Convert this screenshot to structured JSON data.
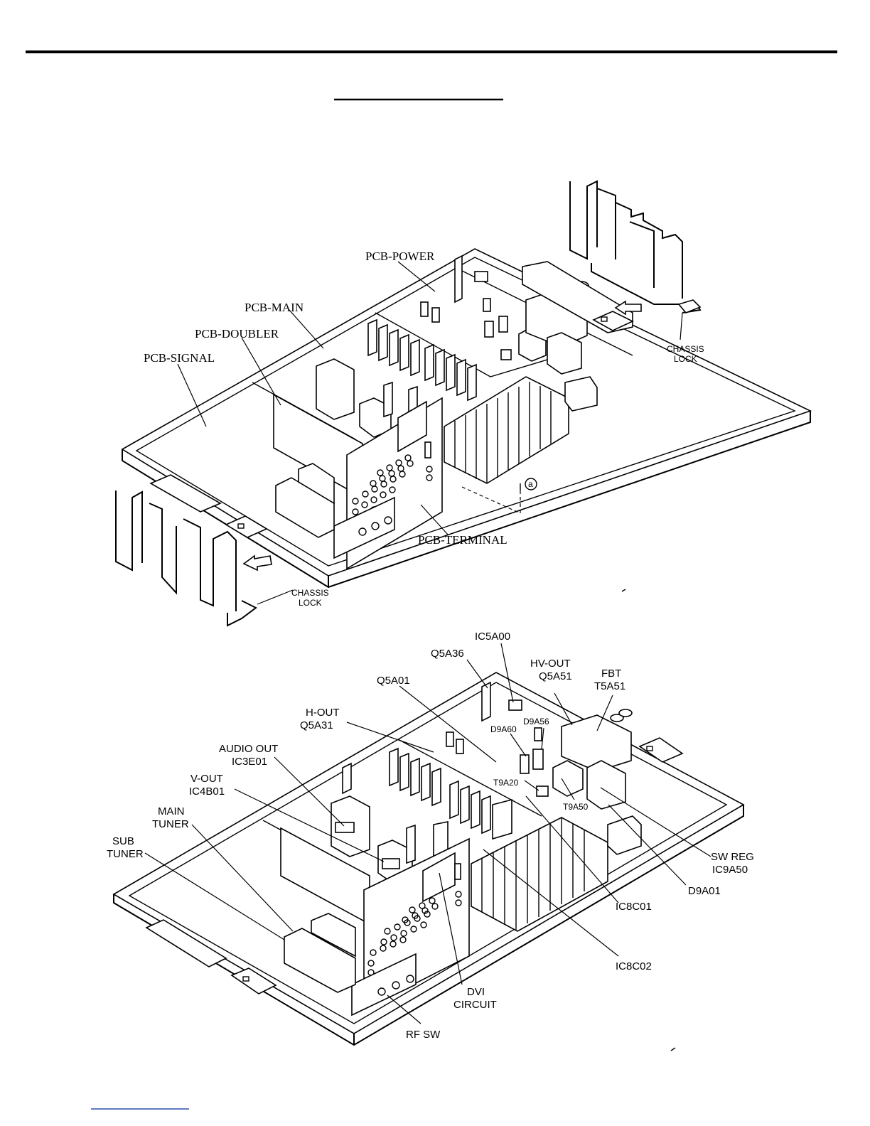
{
  "top_diagram": {
    "labels": {
      "pcb_power": "PCB-POWER",
      "pcb_main": "PCB-MAIN",
      "pcb_doubler": "PCB-DOUBLER",
      "pcb_signal": "PCB-SIGNAL",
      "pcb_terminal": "PCB-TERMINAL",
      "chassis_lock_right_1": "CHASSIS",
      "chassis_lock_right_2": "LOCK",
      "chassis_lock_left_1": "CHASSIS",
      "chassis_lock_left_2": "LOCK",
      "callout_a": "a"
    }
  },
  "bottom_diagram": {
    "labels": {
      "ic5a00": "IC5A00",
      "q5a36": "Q5A36",
      "hv_out_1": "HV-OUT",
      "hv_out_2": "Q5A51",
      "fbt_1": "FBT",
      "fbt_2": "T5A51",
      "q5a01": "Q5A01",
      "h_out_1": "H-OUT",
      "h_out_2": "Q5A31",
      "d9a60": "D9A60",
      "d9a56": "D9A56",
      "audio_out_1": "AUDIO OUT",
      "audio_out_2": "IC3E01",
      "v_out_1": "V-OUT",
      "v_out_2": "IC4B01",
      "t9a20": "T9A20",
      "t9a50": "T9A50",
      "main_tuner_1": "MAIN",
      "main_tuner_2": "TUNER",
      "sub_tuner_1": "SUB",
      "sub_tuner_2": "TUNER",
      "sw_reg_1": "SW REG",
      "sw_reg_2": "IC9A50",
      "d9a01": "D9A01",
      "ic8c01": "IC8C01",
      "ic8c02": "IC8C02",
      "dvi_1": "DVI",
      "dvi_2": "CIRCUIT",
      "rf_sw": "RF SW"
    }
  }
}
